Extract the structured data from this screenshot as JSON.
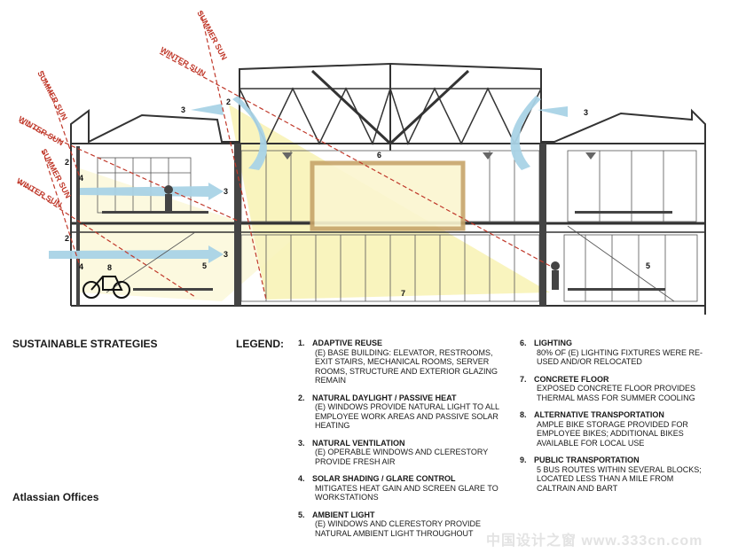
{
  "sun_labels": {
    "summer": "SUMMER SUN",
    "winter": "WINTER SUN"
  },
  "diagram_numbers": [
    "2",
    "3",
    "3",
    "2",
    "4",
    "3",
    "2",
    "4",
    "8",
    "5",
    "3",
    "6",
    "7",
    "5"
  ],
  "colors": {
    "sun_ray": "#c0392b",
    "daylight": "#f7f0a8",
    "airflow": "#a9d3e6",
    "highlight_frame": "#c7a56a"
  },
  "side_titles": {
    "strategies": "SUSTAINABLE STRATEGIES",
    "project": "Atlassian Offices"
  },
  "legend": {
    "heading": "LEGEND:",
    "items": [
      {
        "num": "1.",
        "title": "ADAPTIVE REUSE",
        "desc": "(E) BASE BUILDING: ELEVATOR, RESTROOMS, EXIT STAIRS, MECHANICAL ROOMS, SERVER ROOMS, STRUCTURE AND EXTERIOR GLAZING REMAIN"
      },
      {
        "num": "2.",
        "title": "NATURAL DAYLIGHT / PASSIVE HEAT",
        "desc": "(E) WINDOWS PROVIDE NATURAL LIGHT TO ALL EMPLOYEE WORK AREAS AND PASSIVE SOLAR HEATING"
      },
      {
        "num": "3.",
        "title": "NATURAL VENTILATION",
        "desc": "(E) OPERABLE WINDOWS AND CLERESTORY PROVIDE FRESH AIR"
      },
      {
        "num": "4.",
        "title": "SOLAR SHADING / GLARE CONTROL",
        "desc": "MITIGATES HEAT GAIN AND SCREEN GLARE TO WORKSTATIONS"
      },
      {
        "num": "5.",
        "title": "AMBIENT LIGHT",
        "desc": "(E) WINDOWS AND CLERESTORY PROVIDE NATURAL AMBIENT LIGHT THROUGHOUT"
      },
      {
        "num": "6.",
        "title": "LIGHTING",
        "desc": "80% OF (E) LIGHTING FIXTURES WERE RE-USED AND/OR RELOCATED"
      },
      {
        "num": "7.",
        "title": "CONCRETE FLOOR",
        "desc": "EXPOSED CONCRETE FLOOR PROVIDES THERMAL MASS FOR SUMMER COOLING"
      },
      {
        "num": "8.",
        "title": "ALTERNATIVE TRANSPORTATION",
        "desc": "AMPLE BIKE STORAGE PROVIDED FOR EMPLOYEE BIKES;  ADDITIONAL BIKES AVAILABLE FOR LOCAL USE"
      },
      {
        "num": "9.",
        "title": "PUBLIC TRANSPORTATION",
        "desc": "5 BUS ROUTES WITHIN SEVERAL BLOCKS; LOCATED LESS THAN A MILE FROM CALTRAIN AND BART"
      }
    ]
  },
  "watermark": "中国设计之窗 www.333cn.com"
}
